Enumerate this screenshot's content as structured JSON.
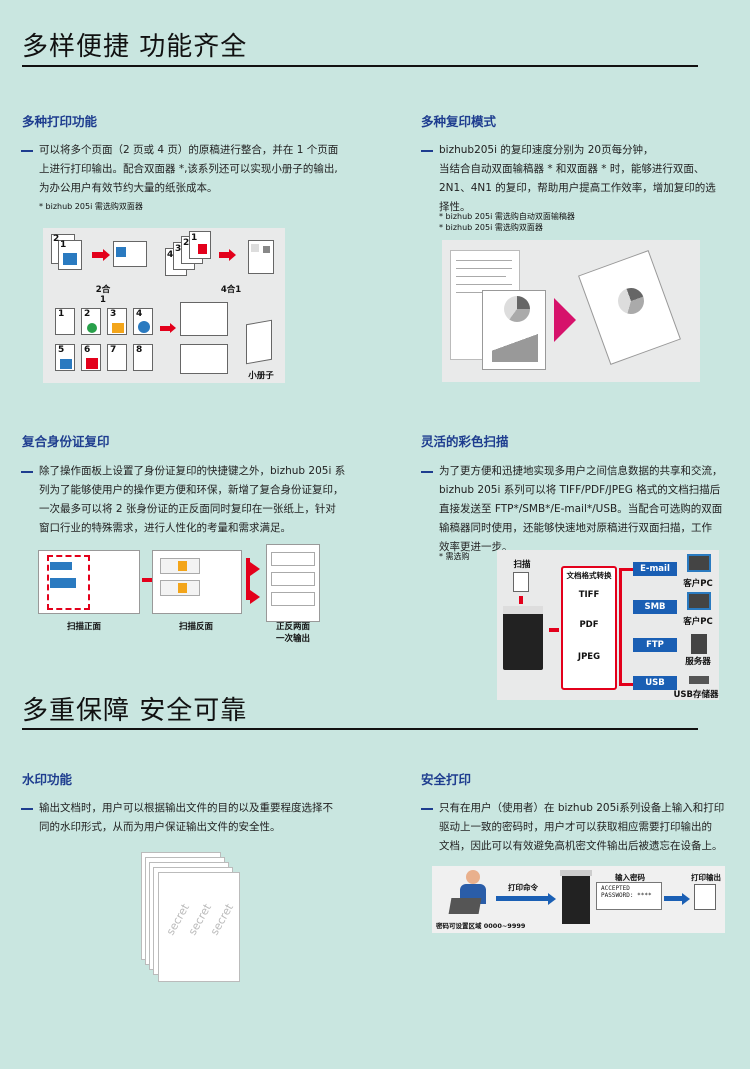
{
  "sections": {
    "s1_title": "多样便捷  功能齐全",
    "s2_title": "多重保障  安全可靠"
  },
  "print": {
    "title": "多种打印功能",
    "lines": [
      "可以将多个页面（2 页或 4 页）的原稿进行整合，并在 1 个页面",
      "上进行打印输出。配合双面器 *,该系列还可以实现小册子的输出,",
      "为办公用户有效节约大量的纸张成本。"
    ],
    "note": "* bizhub 205i  需选购双面器",
    "label_2in1": "2合1",
    "label_4in1": "4合1",
    "label_booklet": "小册子",
    "page_nums": [
      "1",
      "2",
      "3",
      "4",
      "5",
      "6",
      "7",
      "8"
    ]
  },
  "copy": {
    "title": "多种复印模式",
    "lines": [
      "bizhub205i 的复印速度分别为 20页每分钟，",
      "当结合自动双面输稿器 * 和双面器 * 时，能够进行双面、",
      "2N1、4N1 的复印，帮助用户提高工作效率，增加复印的选",
      "择性。"
    ],
    "note1": "* bizhub 205i  需选购自动双面输稿器",
    "note2": "* bizhub 205i  需选购双面器"
  },
  "idcopy": {
    "title": "复合身份证复印",
    "lines": [
      "除了操作面板上设置了身份证复印的快捷键之外，bizhub 205i 系",
      "列为了能够使用户的操作更方便和环保，新增了复合身份证复印，",
      "一次最多可以将 2 张身份证的正反面同时复印在一张纸上，针对",
      "窗口行业的特殊需求，进行人性化的考量和需求满足。"
    ],
    "label_front": "扫描正面",
    "label_back": "扫描反面",
    "label_out1": "正反两面",
    "label_out2": "一次输出"
  },
  "scan": {
    "title": "灵活的彩色扫描",
    "lines": [
      "为了更方便和迅捷地实现多用户之间信息数据的共享和交流，",
      "bizhub 205i 系列可以将 TIFF/PDF/JPEG 格式的文档扫描后",
      "直接发送至 FTP*/SMB*/E-mail*/USB。当配合可选购的双面",
      "输稿器同时使用，还能够快速地对原稿进行双面扫描，工作",
      "效率更进一步。"
    ],
    "note": "* 需选购",
    "label_scan": "扫描",
    "label_convert": "文档格式转换",
    "formats": [
      "TIFF",
      "PDF",
      "JPEG"
    ],
    "targets": [
      {
        "name": "E-mail",
        "dest": "客户PC"
      },
      {
        "name": "SMB",
        "dest": "客户PC"
      },
      {
        "name": "FTP",
        "dest": "服务器"
      },
      {
        "name": "USB",
        "dest": "USB存储器"
      }
    ]
  },
  "watermark": {
    "title": "水印功能",
    "lines": [
      "输出文档时，用户可以根据输出文件的目的以及重要程度选择不",
      "同的水印形式，从而为用户保证输出文件的安全性。"
    ],
    "wm_text": "secret"
  },
  "secure": {
    "title": "安全打印",
    "lines": [
      "只有在用户（使用者）在 bizhub 205i系列设备上输入和打印",
      "驱动上一致的密码时，用户才可以获取相应需要打印输出的",
      "文档，因此可以有效避免高机密文件输出后被遗忘在设备上。"
    ],
    "label_cmd": "打印命令",
    "label_pw": "输入密码",
    "label_out": "打印输出",
    "label_range": "密码可设置区域 0000~9999",
    "screen_l1": "ACCEPTED",
    "screen_l2": "PASSWORD: ****"
  },
  "colors": {
    "accent": "#1e3d8f",
    "red": "#e3001b",
    "bg": "#c9e6e0"
  }
}
